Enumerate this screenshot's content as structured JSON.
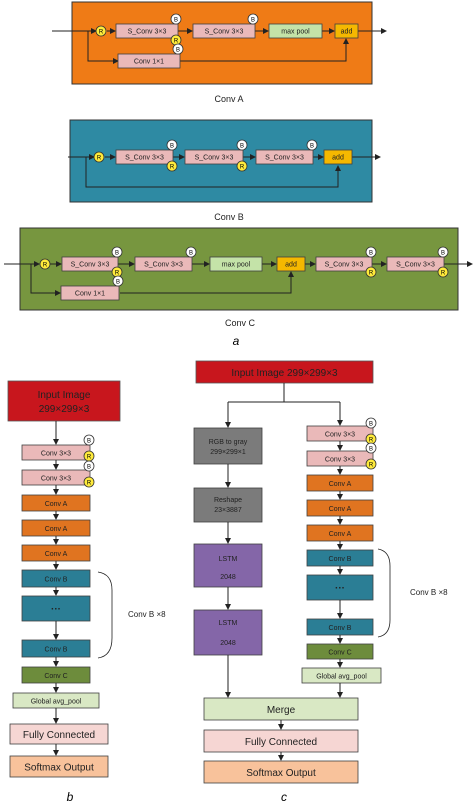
{
  "colors": {
    "conv_a_bg": "#ef7b16",
    "conv_b_bg": "#2e8aa3",
    "conv_c_bg": "#77963f",
    "s_conv": "#eab9b9",
    "max_pool": "#c4e3a8",
    "add": "#f5b800",
    "input": "#c8161d",
    "conv_a_block": "#e07420",
    "conv_b_block": "#2b7e95",
    "conv_c_block": "#6d8c3c",
    "gray": "#7b7b7b",
    "lstm": "#8466a8",
    "merge": "#d9e8c4",
    "fully_connected": "#f6d6d3",
    "softmax": "#f8c29b",
    "badge_b": "#ffffff",
    "badge_r": "#ffeb3b"
  },
  "panel_a": {
    "conv_a": {
      "s_conv_1": "S_Conv  3×3",
      "s_conv_2": "S_Conv  3×3",
      "max_pool": "max pool",
      "add": "add",
      "conv_1x1": "Conv  1×1",
      "caption": "Conv  A"
    },
    "conv_b": {
      "s_conv_1": "S_Conv  3×3",
      "s_conv_2": "S_Conv  3×3",
      "s_conv_3": "S_Conv  3×3",
      "add": "add",
      "caption": "Conv  B"
    },
    "conv_c": {
      "s_conv_1": "S_Conv  3×3",
      "s_conv_2": "S_Conv  3×3",
      "max_pool": "max pool",
      "add": "add",
      "s_conv_3": "S_Conv  3×3",
      "s_conv_4": "S_Conv  3×3",
      "conv_1x1": "Conv  1×1",
      "caption": "Conv  C"
    },
    "label": "a"
  },
  "badges": {
    "b": "B",
    "r": "R"
  },
  "panel_b": {
    "input_line1": "Input Image",
    "input_line2": "299×299×3",
    "conv1": "Conv  3×3",
    "conv2": "Conv  3×3",
    "conv_a1": "Conv  A",
    "conv_a2": "Conv  A",
    "conv_a3": "Conv  A",
    "conv_b1": "Conv  B",
    "ellipsis": "···",
    "conv_b2": "Conv  B",
    "conv_b_repeat": "Conv  B  ×8",
    "conv_c": "Conv  C",
    "global_pool": "Global avg_pool",
    "fully_connected": "Fully Connected",
    "softmax": "Softmax Output",
    "label": "b"
  },
  "panel_c": {
    "input": "Input Image   299×299×3",
    "rgb_line1": "RGB to gray",
    "rgb_line2": "299×299×1",
    "reshape_line1": "Reshape",
    "reshape_line2": "23×3887",
    "lstm1_line1": "LSTM",
    "lstm1_line2": "2048",
    "lstm2_line1": "LSTM",
    "lstm2_line2": "2048",
    "conv1": "Conv  3×3",
    "conv2": "Conv  3×3",
    "conv_a1": "Conv  A",
    "conv_a2": "Conv  A",
    "conv_a3": "Conv  A",
    "conv_b1": "Conv  B",
    "ellipsis": "···",
    "conv_b2": "Conv  B",
    "conv_b_repeat": "Conv  B  ×8",
    "conv_c": "Conv  C",
    "global_pool": "Global avg_pool",
    "merge": "Merge",
    "fully_connected": "Fully Connected",
    "softmax": "Softmax Output",
    "label": "c"
  }
}
